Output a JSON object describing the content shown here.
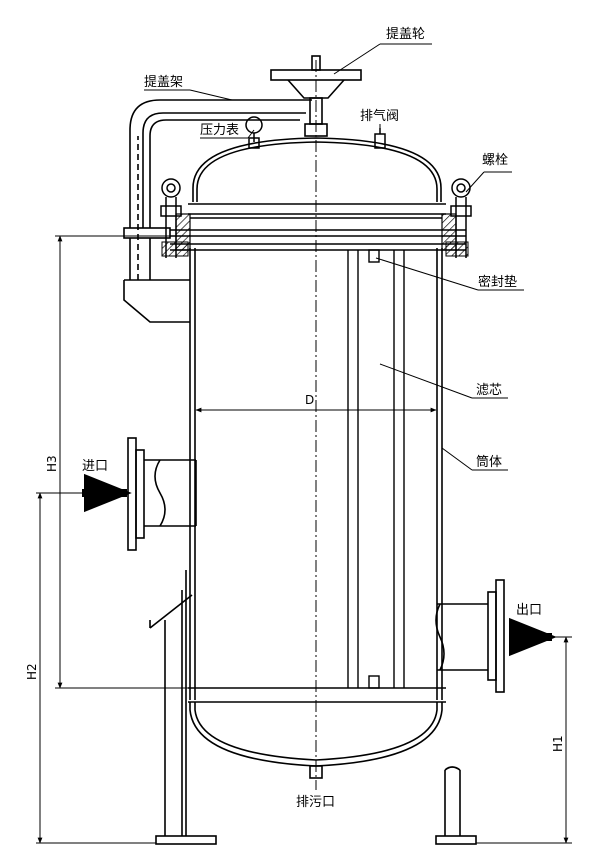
{
  "labels": {
    "lid_wheel": "提盖轮",
    "lid_frame": "提盖架",
    "pressure_gauge": "压力表",
    "vent_valve": "排气阀",
    "bolt": "螺栓",
    "seal_gasket": "密封垫",
    "filter_element": "滤芯",
    "shell": "筒体",
    "inlet": "进口",
    "outlet": "出口",
    "drain": "排污口"
  },
  "dimensions": {
    "diameter": "D",
    "h1": "H1",
    "h2": "H2",
    "h3": "H3"
  },
  "colors": {
    "line": "#000000",
    "centerline": "#000000",
    "flange_hatch": "#000000",
    "background": "#ffffff"
  }
}
